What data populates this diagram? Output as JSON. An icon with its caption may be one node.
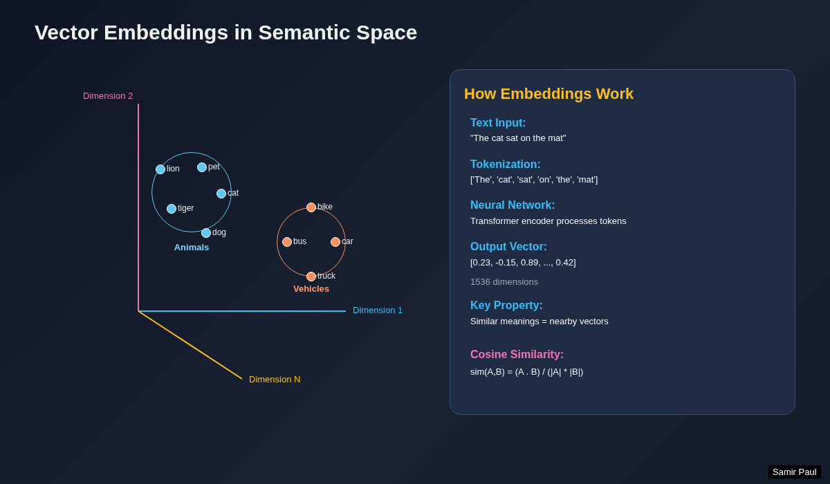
{
  "diagram": {
    "title": "Vector Embeddings in Semantic Space",
    "nodes": [
      {
        "text": [
          "Animals"
        ]
      },
      {
        "text": [
          "lion"
        ],
        "in": 0
      },
      {
        "text": [
          "pet"
        ],
        "in": 0
      },
      {
        "text": [
          "cat"
        ],
        "in": 0
      },
      {
        "text": [
          "tiger"
        ],
        "in": 0
      },
      {
        "text": [
          "dog"
        ],
        "in": 0
      },
      {
        "text": [
          "Vehicles"
        ]
      },
      {
        "text": [
          "bike"
        ],
        "in": 6
      },
      {
        "text": [
          "bus"
        ],
        "in": 6
      },
      {
        "text": [
          "car"
        ],
        "in": 6
      },
      {
        "text": [
          "truck"
        ],
        "in": 6
      },
      {
        "text": [
          "How Embeddings Work",
          "Text Input:",
          "\"The cat sat on the mat\"",
          "Tokenization:",
          "['The', 'cat', 'sat', 'on', 'the', 'mat']",
          "Neural Network:",
          "Transformer encoder processes tokens",
          "Output Vector:",
          "[0.23, -0.15, 0.89, ..., 0.42]",
          "1536 dimensions",
          "Key Property:",
          "Similar meanings = nearby vectors",
          "Cosine Similarity:",
          "sim(A,B) = (A . B) / (|A| * |B|)"
        ]
      }
    ],
    "edges": [],
    "labels": [
      "Dimension 2",
      "Dimension 1",
      "Dimension N",
      "Samir Paul"
    ]
  }
}
